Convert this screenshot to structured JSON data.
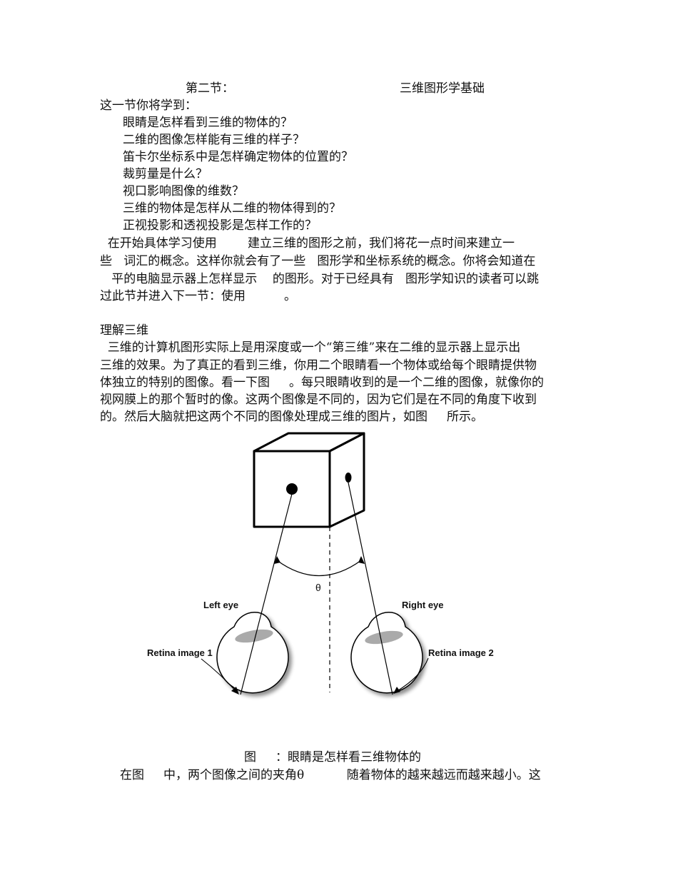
{
  "section_heading": {
    "left": "第二节：",
    "right": "三维图形学基础"
  },
  "intro": "这一节你将学到：",
  "questions": [
    "眼睛是怎样看到三维的物体的？",
    "二维的图像怎样能有三维的样子？",
    "笛卡尔坐标系中是怎样确定物体的位置的？",
    "裁剪量是什么？",
    "视口影响图像的维数？",
    "三维的物体是怎样从二维的物体得到的？",
    "正视投影和透视投影是怎样工作的？"
  ],
  "para1": [
    "  在开始具体学习使用        建立三维的图形之前，我们将花一点时间来建立一",
    "些   词汇的概念。这样你就会有了一些   图形学和坐标系统的概念。你将会知道在",
    "   平的电脑显示器上怎样显示    的图形。对于已经具有   图形学知识的读者可以跳",
    "过此节并进入下一节：使用          。"
  ],
  "subheading": "理解三维",
  "para2": [
    "  三维的计算机图形实际上是用深度或一个“第三维”来在二维的显示器上显示出",
    "三维的效果。为了真正的看到三维，你用二个眼睛看一个物体或给每个眼睛提供物",
    "体独立的特别的图像。看一下图     。每只眼睛收到的是一个二维的图像，就像你的",
    "视网膜上的那个暂时的像。这两个图像是不同的，因为它们是在不同的角度下收到",
    "的。然后大脑就把这两个不同的图像处理成三维的图片，如图     所示。"
  ],
  "figure": {
    "theta": "θ",
    "left_eye": "Left eye",
    "right_eye": "Right eye",
    "retina1": "Retina image 1",
    "retina2": "Retina image 2"
  },
  "caption": "图     ：眼睛是怎样看三维物体的",
  "para3": "在图     中，两个图像之间的夹角θ           随着物体的越来越远而越来越小。这"
}
